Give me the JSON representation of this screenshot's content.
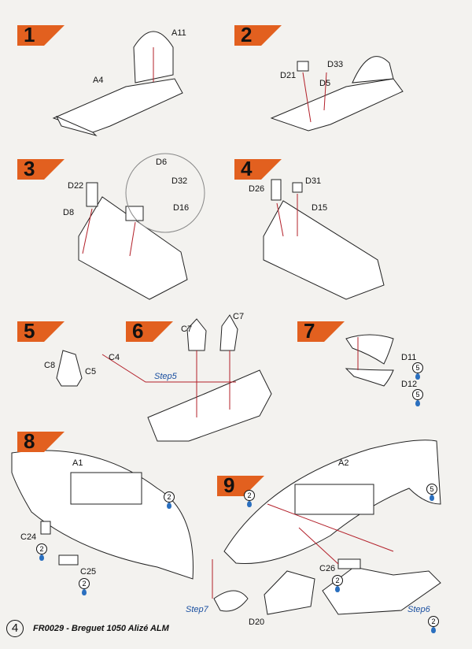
{
  "document": {
    "footer": {
      "page_number": "4",
      "text": "FR0029 - Breguet 1050 Alizé ALM"
    }
  },
  "steps": [
    {
      "number": "1",
      "labels": [
        "A11",
        "A4"
      ]
    },
    {
      "number": "2",
      "labels": [
        "D33",
        "D21",
        "D5"
      ]
    },
    {
      "number": "3",
      "labels": [
        "D6",
        "D22",
        "D32",
        "D8",
        "D16"
      ]
    },
    {
      "number": "4",
      "labels": [
        "D26",
        "D31",
        "D15"
      ]
    },
    {
      "number": "5",
      "labels": [
        "C8",
        "C4",
        "C5"
      ]
    },
    {
      "number": "6",
      "labels": [
        "C7",
        "C7",
        "Step5"
      ]
    },
    {
      "number": "7",
      "labels": [
        "D11",
        "D12"
      ],
      "paint_refs": [
        "5",
        "5"
      ]
    },
    {
      "number": "8",
      "labels": [
        "A1",
        "C24",
        "C25"
      ],
      "paint_refs": [
        "2",
        "2",
        "2"
      ]
    },
    {
      "number": "9",
      "labels": [
        "A2",
        "C26",
        "D20",
        "Step7",
        "Step6"
      ],
      "paint_refs": [
        "2",
        "5",
        "2",
        "2"
      ]
    }
  ],
  "colors": {
    "badge": "#e2601f",
    "guide_line": "#b3202a",
    "paint_drop": "#2a6fbf",
    "ink": "#111111"
  }
}
